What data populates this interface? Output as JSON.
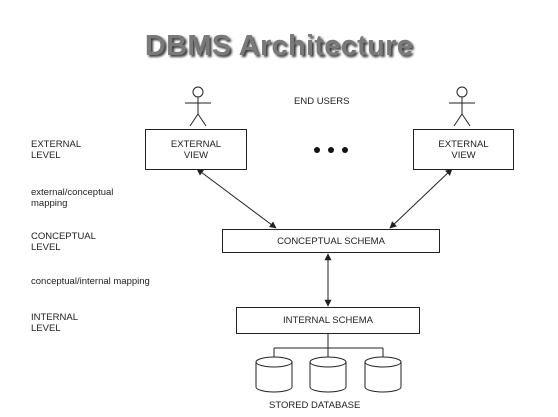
{
  "title": "DBMS Architecture",
  "end_users": "END USERS",
  "levels": {
    "external_line1": "EXTERNAL",
    "external_line2": "LEVEL",
    "ext_conc_mapping_line1": "external/conceptual",
    "ext_conc_mapping_line2": "mapping",
    "conceptual_line1": "CONCEPTUAL",
    "conceptual_line2": "LEVEL",
    "conc_int_mapping": "conceptual/internal mapping",
    "internal_line1": "INTERNAL",
    "internal_line2": "LEVEL"
  },
  "boxes": {
    "external_view_left_line1": "EXTERNAL",
    "external_view_left_line2": "VIEW",
    "external_view_right_line1": "EXTERNAL",
    "external_view_right_line2": "VIEW",
    "conceptual_schema": "CONCEPTUAL SCHEMA",
    "internal_schema": "INTERNAL SCHEMA"
  },
  "stored_database": "STORED DATABASE",
  "icons": [
    "user-icon",
    "ellipsis-icon",
    "database-cylinder-icon"
  ],
  "colors": {
    "title_text": "#7a7a7a",
    "title_shadow": "#3a3a3a",
    "line": "#222222"
  }
}
